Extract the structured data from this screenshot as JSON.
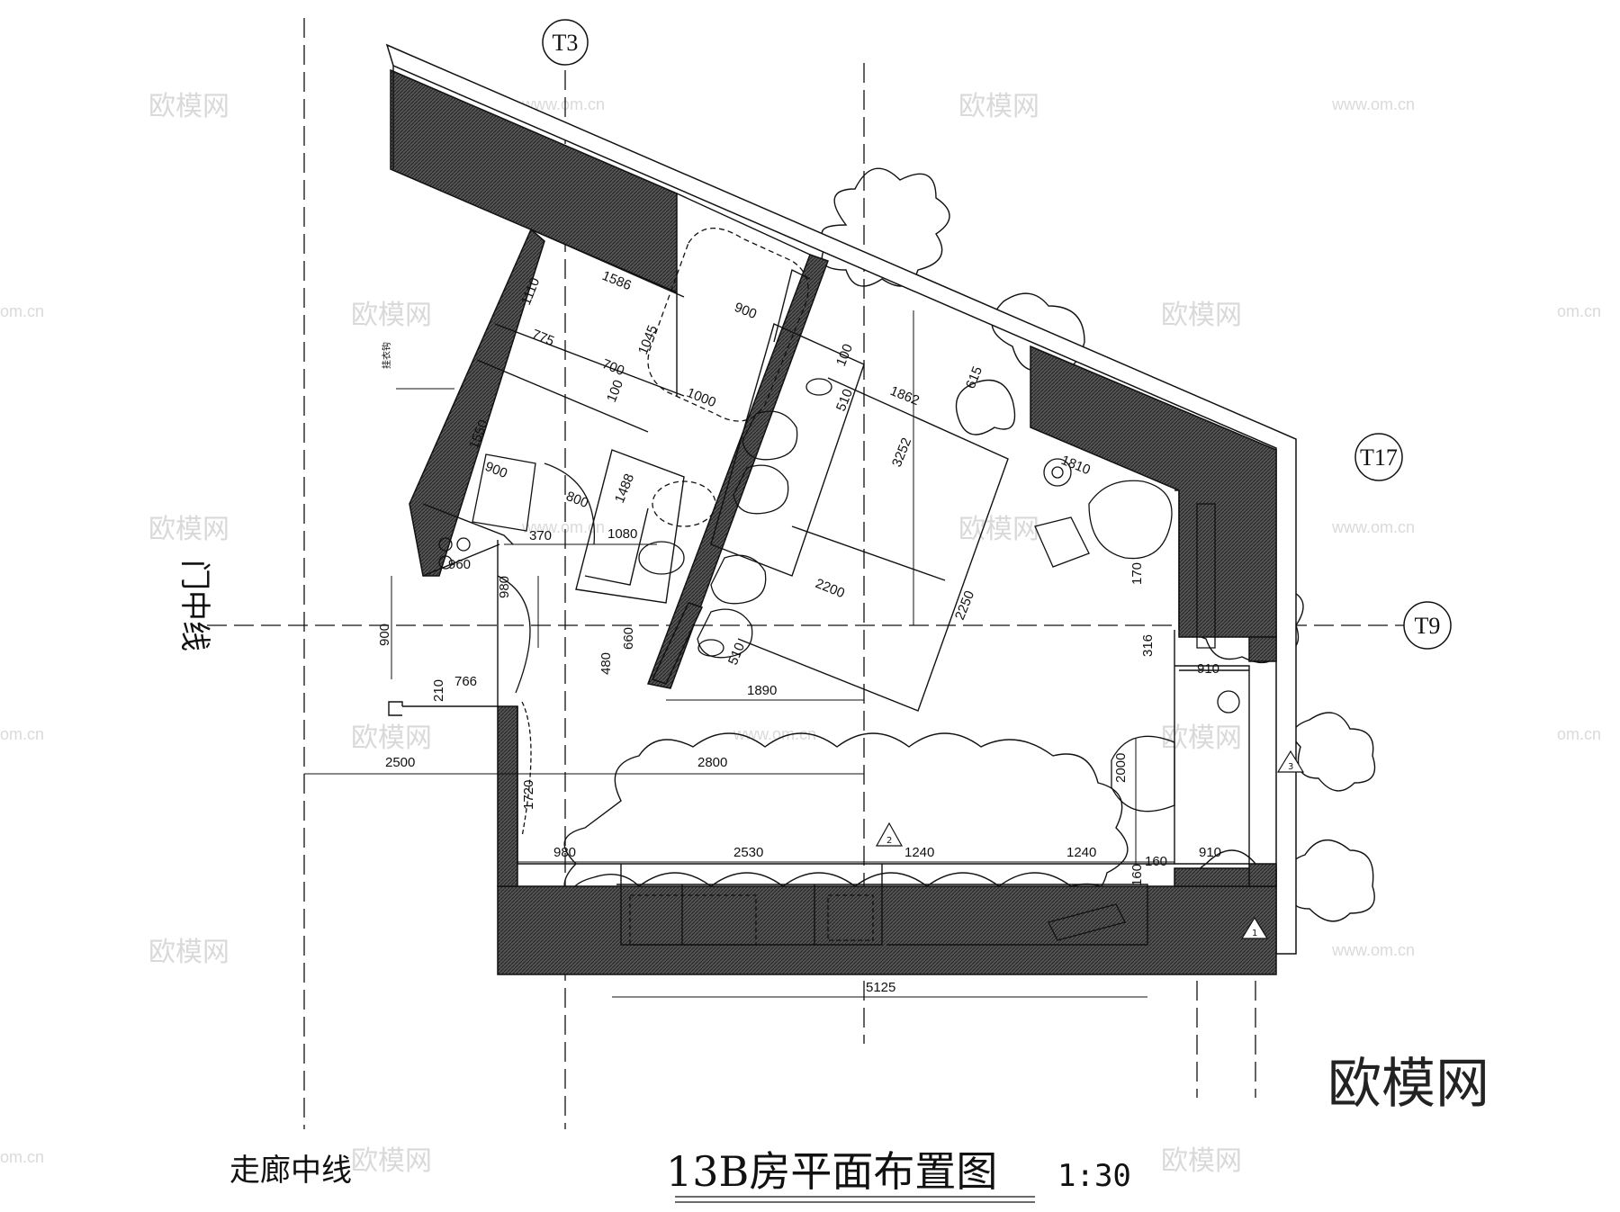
{
  "title": "13B房平面布置图",
  "scale": "1:30",
  "labels": {
    "door_centerline": "门中线",
    "corridor_centerline": "走廊中线",
    "hanger_note": "挂衣钩"
  },
  "axes": [
    "T3",
    "T17",
    "T9"
  ],
  "revision_marks": [
    "2",
    "3",
    "1"
  ],
  "dimensions": [
    "1586",
    "1110",
    "900",
    "775",
    "1045",
    "700",
    "100",
    "1000",
    "100",
    "510",
    "1862",
    "615",
    "1550",
    "900",
    "1488",
    "800",
    "370",
    "1080",
    "3252",
    "1810",
    "960",
    "980",
    "2200",
    "2250",
    "900",
    "170",
    "480",
    "660",
    "510",
    "1890",
    "210",
    "766",
    "316",
    "910",
    "2500",
    "2800",
    "1720",
    "2000",
    "980",
    "2530",
    "1240",
    "1240",
    "160",
    "910",
    "160",
    "5125"
  ],
  "watermark": {
    "text": "欧模网",
    "url": "www.om.cn",
    "url_short": "om.cn"
  },
  "logo_text": "欧模网",
  "colors": {
    "line": "#111111",
    "hatch": "#3a3a3a",
    "watermark": "#d9d9d9"
  }
}
